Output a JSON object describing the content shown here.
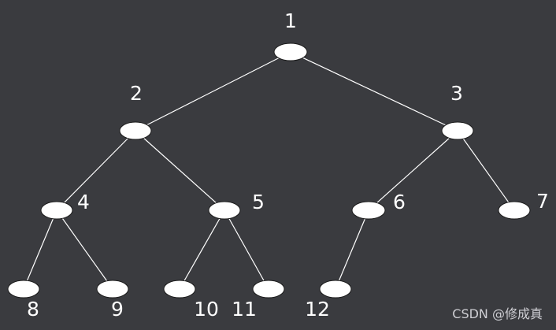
{
  "tree": {
    "nodes": [
      {
        "id": "1",
        "label": "1"
      },
      {
        "id": "2",
        "label": "2"
      },
      {
        "id": "3",
        "label": "3"
      },
      {
        "id": "4",
        "label": "4"
      },
      {
        "id": "5",
        "label": "5"
      },
      {
        "id": "6",
        "label": "6"
      },
      {
        "id": "7",
        "label": "7"
      },
      {
        "id": "8",
        "label": "8"
      },
      {
        "id": "9",
        "label": "9"
      },
      {
        "id": "10",
        "label": "10"
      },
      {
        "id": "11",
        "label": "11"
      },
      {
        "id": "12",
        "label": "12"
      }
    ],
    "edges": [
      [
        "1",
        "2"
      ],
      [
        "1",
        "3"
      ],
      [
        "2",
        "4"
      ],
      [
        "2",
        "5"
      ],
      [
        "3",
        "6"
      ],
      [
        "3",
        "7"
      ],
      [
        "4",
        "8"
      ],
      [
        "4",
        "9"
      ],
      [
        "5",
        "10"
      ],
      [
        "5",
        "11"
      ],
      [
        "6",
        "12"
      ]
    ]
  },
  "watermark": "CSDN @修成真",
  "colors": {
    "background": "#3a3b3f",
    "node_fill": "#ffffff",
    "edge": "#ffffff",
    "label": "#ffffff"
  }
}
